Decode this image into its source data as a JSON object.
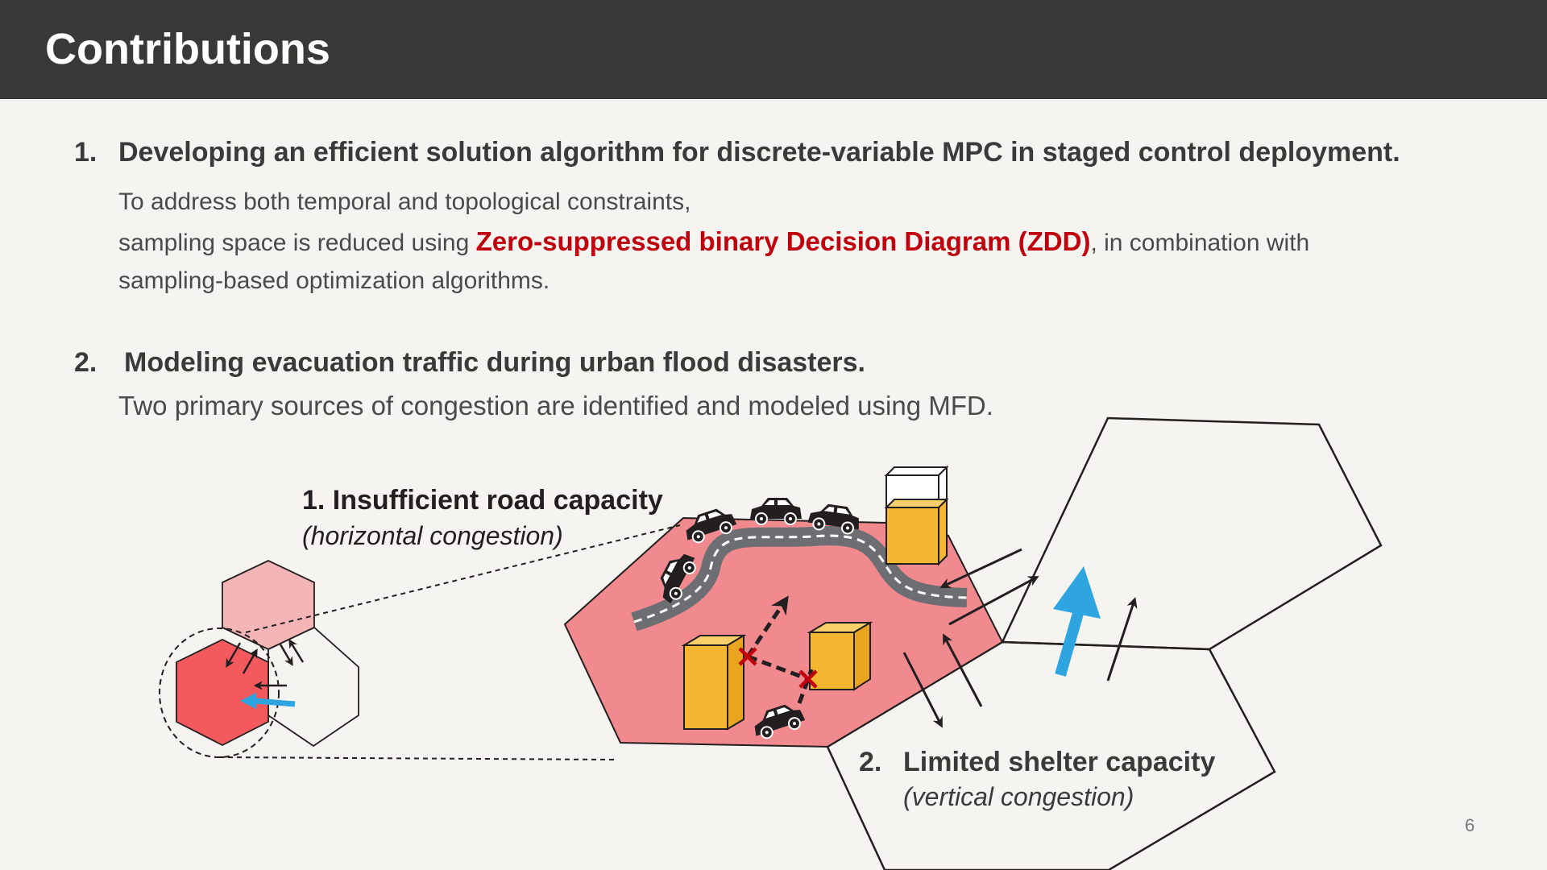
{
  "header": {
    "title": "Contributions"
  },
  "items": [
    {
      "num": "1.",
      "heading": "Developing an efficient solution algorithm for discrete-variable MPC in staged control deployment.",
      "line1": "To address both temporal and topological constraints,",
      "line2_pre": "sampling space is reduced using ",
      "line2_highlight": "Zero-suppressed binary Decision Diagram (ZDD)",
      "line2_post": ", in combination with",
      "line3": "sampling-based optimization algorithms."
    },
    {
      "num": "2.",
      "heading": "Modeling evacuation traffic during urban flood disasters.",
      "description": "Two primary sources of congestion are identified and modeled using MFD."
    }
  ],
  "diagram": {
    "label1_title": "1. Insufficient road capacity",
    "label1_sub": "(horizontal congestion)",
    "label2_num": "2.",
    "label2_title": "Limited shelter capacity",
    "label2_sub": "(vertical congestion)"
  },
  "page_number": "6",
  "colors": {
    "header_bg": "#3a3938",
    "highlight": "#c0000c",
    "region_fill": "#f08a8e",
    "shelter": "#f5b731",
    "evac_arrow": "#2ea5e0"
  }
}
